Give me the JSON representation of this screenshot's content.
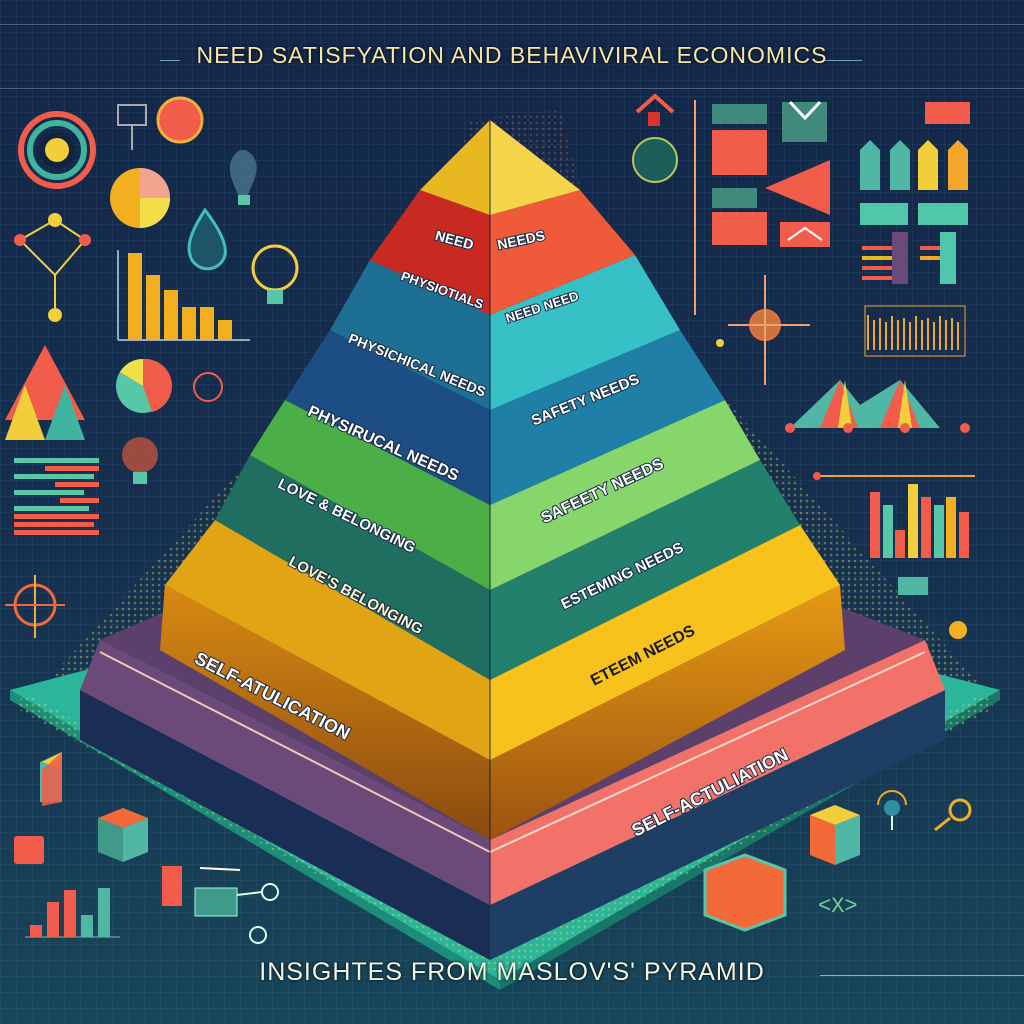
{
  "header": {
    "title": "NEED SATISFYATION AND BEHAVIVIRAL ECONOMICS"
  },
  "footer": {
    "subtitle": "INSIGHTES FROM  MASLOV'S' PYRAMID"
  },
  "colors": {
    "background": "#142749",
    "title_text": "#f6e7a8",
    "apex": "#f2c12e",
    "tier1": "#d9342b",
    "tier2": "#2aa3b5",
    "tier3": "#1f5e8e",
    "tier4": "#5bbf4e",
    "tier5": "#1f7f6e",
    "tier6": "#f0b018",
    "tier7_left": "#6b4a7a",
    "tier7_right": "#f27269",
    "base_plate": "#2bb69b"
  },
  "pyramid": {
    "tiers": [
      {
        "left_label": "NEED",
        "right_label": "NEEDS"
      },
      {
        "left_label": "PHYSIOTIALS",
        "right_label": "NEED NEED"
      },
      {
        "left_label": "PHYSICHICAL NEEDS",
        "right_label": "SAFETY NEEDS"
      },
      {
        "left_label": "PHYSIRUCAL NEEDS",
        "right_label": "SAFEETY NEEDS"
      },
      {
        "left_label": "LOVE & BELONGING",
        "right_label": "ESTEMING NEEDS"
      },
      {
        "left_label": "LOVE'S BELONGING",
        "right_label": "ETEEM NEEDS"
      },
      {
        "left_label": "SELF-ATULICATION",
        "right_label": "SELF-ACTULIATION"
      }
    ]
  },
  "decor": {
    "left_bar_chart": [
      60,
      48,
      40,
      24,
      24,
      14
    ],
    "right_bar_chart": [
      62,
      52,
      28,
      72,
      58,
      48,
      58,
      46
    ],
    "bottom_left_bar_chart": [
      10,
      34,
      44,
      20,
      48
    ],
    "arrow_badges": [
      "#4fb7a3",
      "#4fb7a3",
      "#f2cf3a",
      "#f2a72a"
    ],
    "left_pie_slices": [
      0.5,
      0.18,
      0.32
    ],
    "top_pie_slices": [
      0.35,
      0.2,
      0.25,
      0.2
    ]
  }
}
